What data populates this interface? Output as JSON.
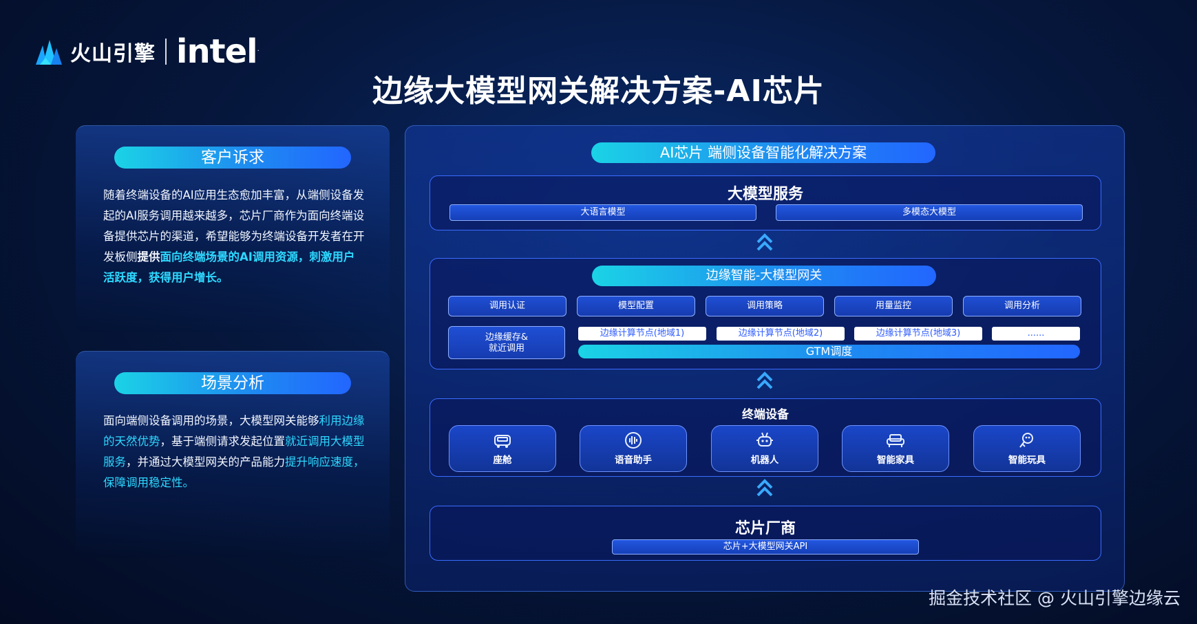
{
  "header": {
    "brand_name": "火山引擎",
    "partner_logo": "intel",
    "title": "边缘大模型网关解决方案-AI芯片"
  },
  "left_panels": [
    {
      "title": "客户诉求",
      "segments": [
        {
          "text": "随着终端设备的AI应用生态愈加丰富，从端侧设备发起的AI服务调用越来越多，芯片厂商作为面向终端设备提供芯片的渠道，希望能够为终端设备开发者在开发板侧",
          "style": "normal"
        },
        {
          "text": "提供",
          "style": "strong"
        },
        {
          "text": "面向终端场景的AI调用资源，刺激用户活跃度，获得用户增长。",
          "style": "highlight"
        }
      ]
    },
    {
      "title": "场景分析",
      "segments": [
        {
          "text": "面向端侧设备调用的场景，大模型网关能够",
          "style": "normal"
        },
        {
          "text": "利用边缘的天然优势",
          "style": "highlight-light"
        },
        {
          "text": "，基于端侧请求发起位置",
          "style": "normal"
        },
        {
          "text": "就近调用大模型服务",
          "style": "highlight-light"
        },
        {
          "text": "，并通过大模型网关的产品能力",
          "style": "normal"
        },
        {
          "text": "提升响应速度，保障调用稳定性。",
          "style": "highlight-light"
        }
      ]
    }
  ],
  "right_panel": {
    "title": "AI芯片 端侧设备智能化解决方案",
    "model_service": {
      "title": "大模型服务",
      "items": [
        "大语言模型",
        "多模态大模型"
      ]
    },
    "gateway": {
      "title": "边缘智能-大模型网关",
      "functions": [
        "调用认证",
        "模型配置",
        "调用策略",
        "用量监控",
        "调用分析"
      ],
      "cache": "边缘缓存&\n就近调用",
      "nodes": [
        "边缘计算节点(地域1)",
        "边缘计算节点(地域2)",
        "边缘计算节点(地域3)",
        "......"
      ],
      "gtm": "GTM调度"
    },
    "devices": {
      "title": "终端设备",
      "items": [
        {
          "label": "座舱",
          "icon": "car-icon"
        },
        {
          "label": "语音助手",
          "icon": "voice-icon"
        },
        {
          "label": "机器人",
          "icon": "robot-icon"
        },
        {
          "label": "智能家具",
          "icon": "sofa-icon"
        },
        {
          "label": "智能玩具",
          "icon": "toy-icon"
        }
      ]
    },
    "vendor": {
      "title": "芯片厂商",
      "item": "芯片+大模型网关API"
    }
  },
  "footer": "掘金技术社区 @ 火山引擎边缘云",
  "colors": {
    "accent_cyan": "#2ed8ff",
    "pill_start": "#1bd3e6",
    "pill_end": "#2266ff",
    "box_border": "#3b6cff"
  }
}
